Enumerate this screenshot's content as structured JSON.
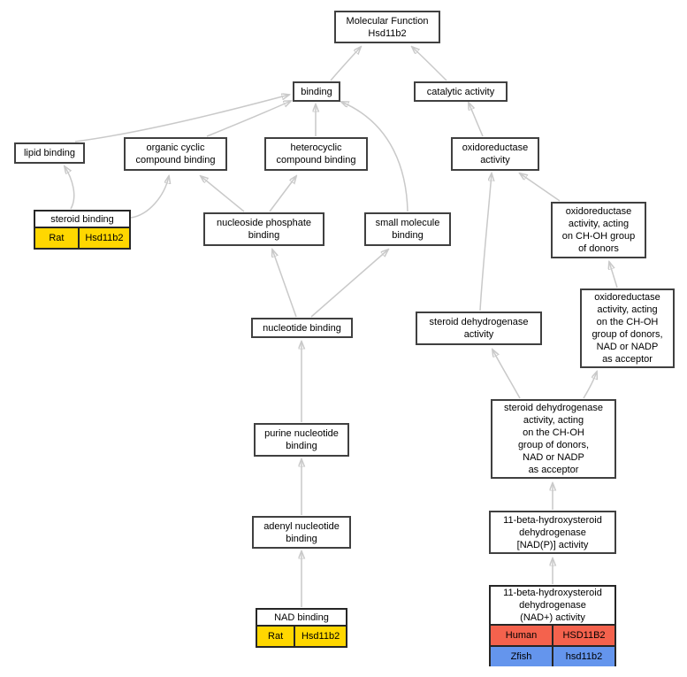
{
  "diagram": {
    "type": "gene-ontology-graph",
    "root": "Molecular Function Hsd11b2"
  },
  "colors": {
    "rat_highlight": "#FFD700",
    "human_highlight": "#F4624D",
    "zfish_highlight": "#6495ED",
    "edge": "#C9C9C9",
    "node_border": "#404040",
    "node_background": "#FFFFFF"
  },
  "nodes": {
    "molecular_function": {
      "label": "Molecular Function\nHsd11b2"
    },
    "binding": {
      "label": "binding"
    },
    "catalytic_activity": {
      "label": "catalytic activity"
    },
    "lipid_binding": {
      "label": "lipid binding"
    },
    "organic_cyclic_compound_binding": {
      "label": "organic cyclic\ncompound binding"
    },
    "heterocyclic_compound_binding": {
      "label": "heterocyclic\ncompound binding"
    },
    "steroid_binding": {
      "label": "steroid binding",
      "rows": [
        {
          "species": "Rat",
          "gene": "Hsd11b2",
          "color": "#FFD700"
        }
      ]
    },
    "nucleoside_phosphate_binding": {
      "label": "nucleoside phosphate\nbinding"
    },
    "small_molecule_binding": {
      "label": "small molecule\nbinding"
    },
    "oxidoreductase_activity": {
      "label": "oxidoreductase\nactivity"
    },
    "oxidoreductase_choh": {
      "label": "oxidoreductase\nactivity, acting\non CH-OH group\nof donors"
    },
    "oxidoreductase_choh_acceptor": {
      "label": "oxidoreductase\nactivity, acting\non the CH-OH\ngroup of donors,\nNAD or NADP\nas acceptor"
    },
    "steroid_dehydrogenase_activity": {
      "label": "steroid dehydrogenase\nactivity"
    },
    "steroid_dehydrogenase_choh_acceptor": {
      "label": "steroid dehydrogenase\nactivity, acting\non the CH-OH\ngroup of donors,\nNAD or NADP\nas acceptor"
    },
    "nucleotide_binding": {
      "label": "nucleotide binding"
    },
    "purine_nucleotide_binding": {
      "label": "purine nucleotide\nbinding"
    },
    "adenyl_nucleotide_binding": {
      "label": "adenyl nucleotide\nbinding"
    },
    "nad_binding": {
      "label": "NAD binding",
      "rows": [
        {
          "species": "Rat",
          "gene": "Hsd11b2",
          "color": "#FFD700"
        }
      ]
    },
    "hsd_nadp_activity": {
      "label": "11-beta-hydroxysteroid\ndehydrogenase\n[NAD(P)] activity"
    },
    "hsd_nad_activity": {
      "label": "11-beta-hydroxysteroid\ndehydrogenase\n(NAD+) activity",
      "rows": [
        {
          "species": "Human",
          "gene": "HSD11B2",
          "color": "#F4624D"
        },
        {
          "species": "Zfish",
          "gene": "hsd11b2",
          "color": "#6495ED"
        }
      ]
    }
  },
  "edges": [
    {
      "from": "binding",
      "to": "molecular_function"
    },
    {
      "from": "catalytic_activity",
      "to": "molecular_function"
    },
    {
      "from": "lipid_binding",
      "to": "binding"
    },
    {
      "from": "organic_cyclic_compound_binding",
      "to": "binding"
    },
    {
      "from": "heterocyclic_compound_binding",
      "to": "binding"
    },
    {
      "from": "small_molecule_binding",
      "to": "binding"
    },
    {
      "from": "steroid_binding",
      "to": "lipid_binding"
    },
    {
      "from": "steroid_binding",
      "to": "organic_cyclic_compound_binding"
    },
    {
      "from": "nucleoside_phosphate_binding",
      "to": "organic_cyclic_compound_binding"
    },
    {
      "from": "nucleoside_phosphate_binding",
      "to": "heterocyclic_compound_binding"
    },
    {
      "from": "nucleotide_binding",
      "to": "nucleoside_phosphate_binding"
    },
    {
      "from": "nucleotide_binding",
      "to": "small_molecule_binding"
    },
    {
      "from": "purine_nucleotide_binding",
      "to": "nucleotide_binding"
    },
    {
      "from": "adenyl_nucleotide_binding",
      "to": "purine_nucleotide_binding"
    },
    {
      "from": "nad_binding",
      "to": "adenyl_nucleotide_binding"
    },
    {
      "from": "oxidoreductase_activity",
      "to": "catalytic_activity"
    },
    {
      "from": "oxidoreductase_choh",
      "to": "oxidoreductase_activity"
    },
    {
      "from": "steroid_dehydrogenase_activity",
      "to": "oxidoreductase_activity"
    },
    {
      "from": "oxidoreductase_choh_acceptor",
      "to": "oxidoreductase_choh"
    },
    {
      "from": "steroid_dehydrogenase_choh_acceptor",
      "to": "steroid_dehydrogenase_activity"
    },
    {
      "from": "steroid_dehydrogenase_choh_acceptor",
      "to": "oxidoreductase_choh_acceptor"
    },
    {
      "from": "hsd_nadp_activity",
      "to": "steroid_dehydrogenase_choh_acceptor"
    },
    {
      "from": "hsd_nad_activity",
      "to": "hsd_nadp_activity"
    }
  ]
}
